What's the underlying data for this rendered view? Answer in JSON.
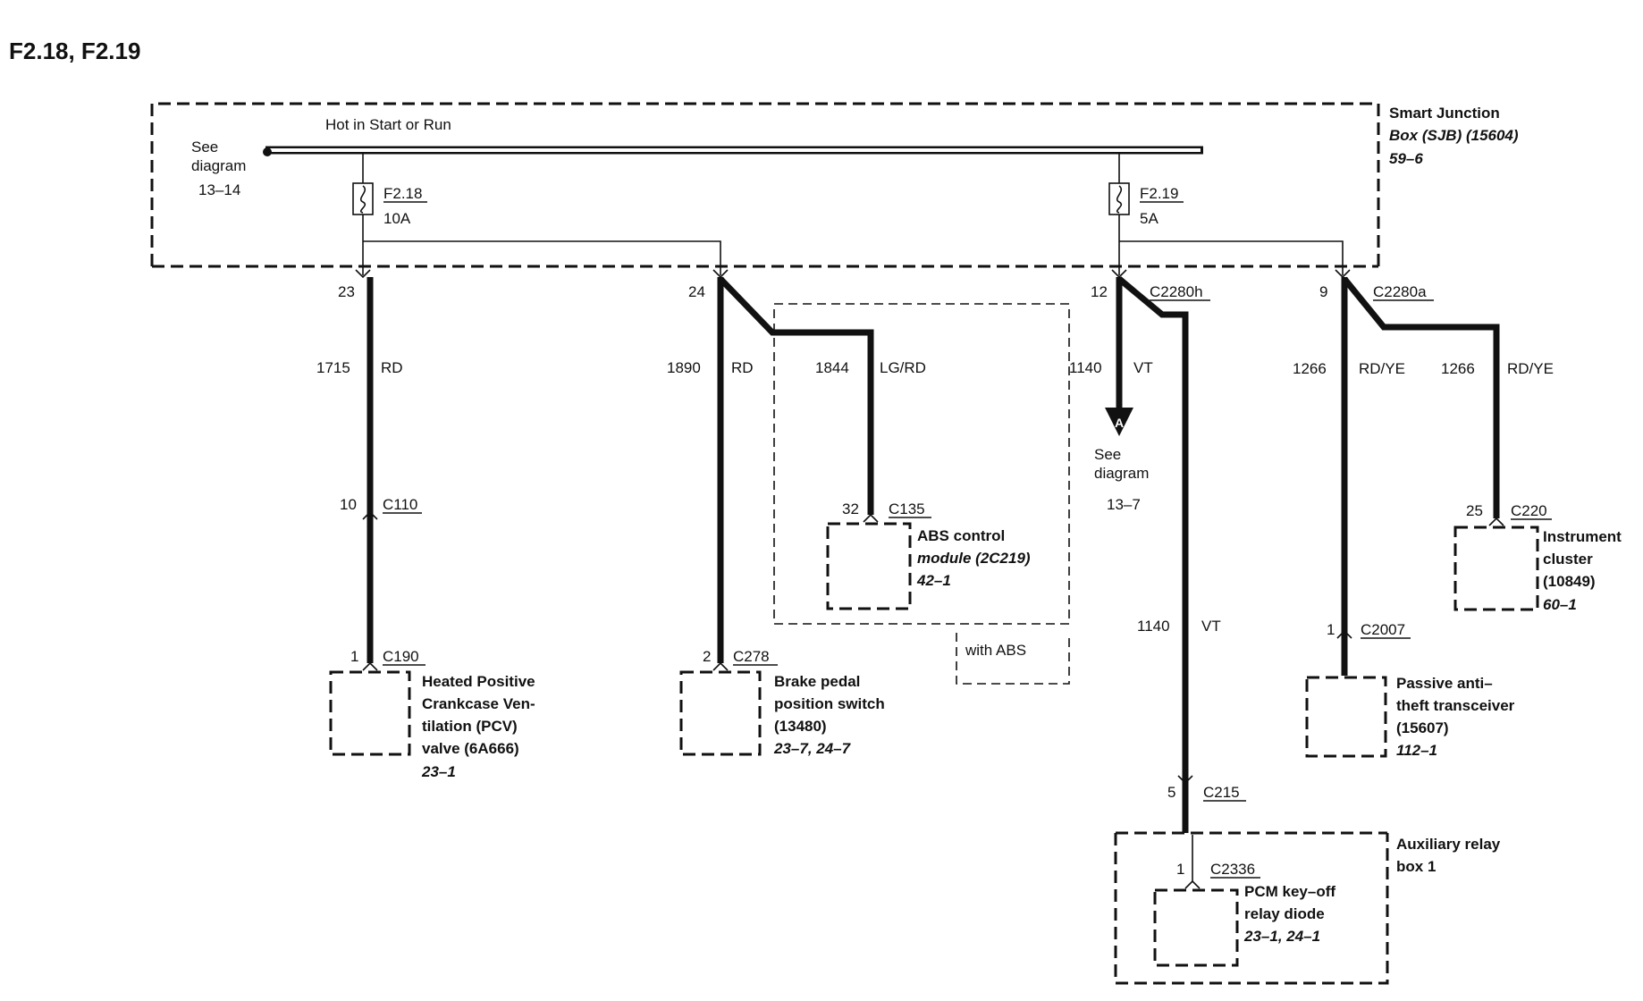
{
  "title": "F2.18, F2.19",
  "sjb": {
    "name_line1": "Smart Junction",
    "name_line2": "Box (SJB) (15604)",
    "ref": "59–6",
    "bus_label": "Hot in Start or Run",
    "see_line1": "See",
    "see_line2": "diagram",
    "see_ref": "13–14"
  },
  "fuses": [
    {
      "id": "F2.18",
      "rating": "10A"
    },
    {
      "id": "F2.19",
      "rating": "5A"
    }
  ],
  "circuits": {
    "pcv": {
      "pin_top": "23",
      "circuit": "1715",
      "color": "RD",
      "inline_pin": "10",
      "inline_conn": "C110",
      "pin_bottom": "1",
      "conn_bottom": "C190",
      "comp_line1": "Heated Positive",
      "comp_line2": "Crankcase Ven-",
      "comp_line3": "tilation (PCV)",
      "comp_line4": "valve (6A666)",
      "comp_ref": "23–1"
    },
    "bpp": {
      "pin_top": "24",
      "circuit": "1890",
      "color": "RD",
      "pin_bottom": "2",
      "conn_bottom": "C278",
      "comp_line1": "Brake pedal",
      "comp_line2": "position switch",
      "comp_line3": "(13480)",
      "comp_ref": "23–7, 24–7"
    },
    "abs": {
      "circuit": "1844",
      "color": "LG/RD",
      "pin": "32",
      "conn": "C135",
      "comp_line1": "ABS control",
      "comp_line2": "module (2C219)",
      "comp_ref": "42–1",
      "option": "with ABS"
    },
    "vt": {
      "pin_top": "12",
      "conn_top": "C2280h",
      "circuit": "1140",
      "color": "VT",
      "arrow_label": "A",
      "see_line1": "See",
      "see_line2": "diagram",
      "see_ref": "13–7",
      "circuit2": "1140",
      "color2": "VT",
      "inline_pin": "5",
      "inline_conn": "C215"
    },
    "relaybox": {
      "name_line1": "Auxiliary relay",
      "name_line2": "box 1",
      "pin": "1",
      "conn": "C2336",
      "comp_line1": "PCM key–off",
      "comp_line2": "relay diode",
      "comp_ref": "23–1, 24–1"
    },
    "pats": {
      "pin_top": "9",
      "conn_top": "C2280a",
      "circuit": "1266",
      "color": "RD/YE",
      "pin_bottom": "1",
      "conn_bottom": "C2007",
      "comp_line1": "Passive anti–",
      "comp_line2": "theft transceiver",
      "comp_line3": "(15607)",
      "comp_ref": "112–1"
    },
    "ic": {
      "circuit": "1266",
      "color": "RD/YE",
      "pin": "25",
      "conn": "C220",
      "comp_line1": "Instrument",
      "comp_line2": "cluster",
      "comp_line3": "(10849)",
      "comp_ref": "60–1"
    }
  }
}
